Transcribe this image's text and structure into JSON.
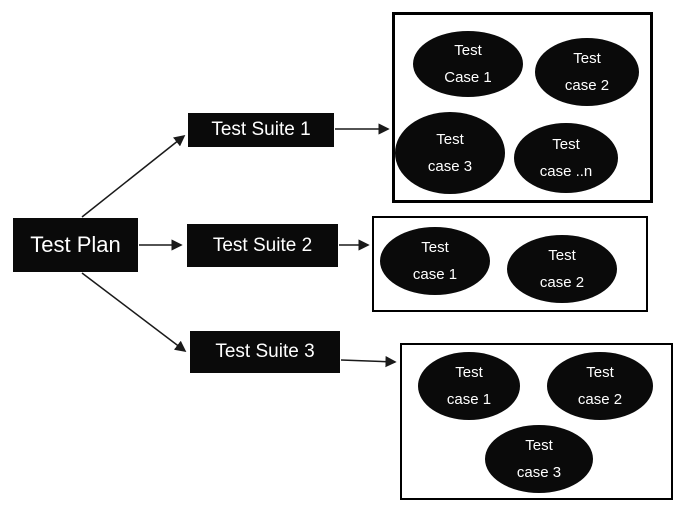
{
  "colors": {
    "background": "#ffffff",
    "node_fill": "#0a0a0a",
    "node_text": "#ffffff",
    "group_border": "#000000",
    "arrow": "#1a1a1a"
  },
  "diagram": {
    "plan": {
      "label": "Test Plan"
    },
    "suites": [
      {
        "label": "Test Suite 1"
      },
      {
        "label": "Test Suite 2"
      },
      {
        "label": "Test Suite 3"
      }
    ],
    "groups": [
      {
        "cases": [
          {
            "line1": "Test",
            "line2": "Case 1"
          },
          {
            "line1": "Test",
            "line2": "case 2"
          },
          {
            "line1": "Test",
            "line2": "case 3"
          },
          {
            "line1": "Test",
            "line2": "case ..n"
          }
        ]
      },
      {
        "cases": [
          {
            "line1": "Test",
            "line2": "case 1"
          },
          {
            "line1": "Test",
            "line2": "case 2"
          }
        ]
      },
      {
        "cases": [
          {
            "line1": "Test",
            "line2": "case 1"
          },
          {
            "line1": "Test",
            "line2": "case 2"
          },
          {
            "line1": "Test",
            "line2": "case 3"
          }
        ]
      }
    ]
  }
}
